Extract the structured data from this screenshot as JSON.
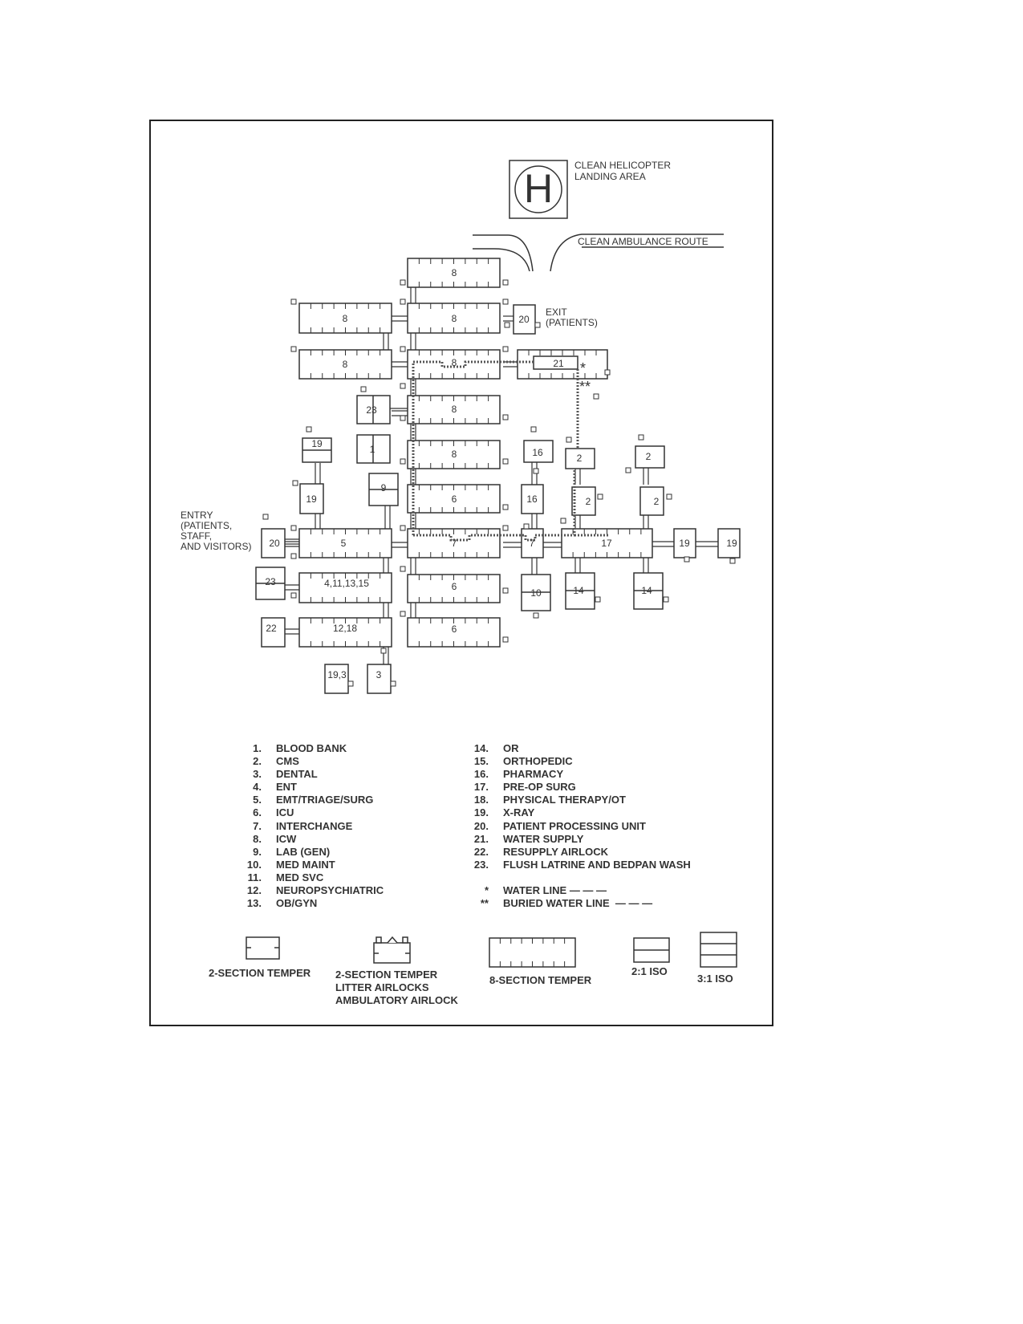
{
  "labels": {
    "helicopter": [
      "CLEAN HELICOPTER",
      "LANDING AREA"
    ],
    "helipad_symbol": "H",
    "ambulance_route": "CLEAN AMBULANCE ROUTE",
    "exit": [
      "EXIT",
      "(PATIENTS)"
    ],
    "entry": [
      "ENTRY",
      "(PATIENTS,",
      "STAFF,",
      "AND VISITORS)"
    ],
    "water_marker": "*",
    "buried_water_marker": "**"
  },
  "units": {
    "top8": "8",
    "w8a": "8",
    "c8a": "8",
    "exit20": "20",
    "w8b": "8",
    "c8b": "8",
    "u21": "21",
    "u23a": "23",
    "c8c": "8",
    "u19a": "19",
    "u1": "1",
    "c8d": "8",
    "u16a": "16",
    "u2a": "2",
    "u2b": "2",
    "u9": "9",
    "u19b": "19",
    "c6a": "6",
    "u16b": "16",
    "u2c": "2",
    "u2d": "2",
    "u20e": "20",
    "u5": "5",
    "c7": "7",
    "u7b": "7",
    "u17": "17",
    "u19c": "19",
    "u19d": "19",
    "u23b": "23",
    "u4": "4,11,13,15",
    "c6b": "6",
    "u10": "10",
    "u14a": "14",
    "u14b": "14",
    "u22": "22",
    "u12": "12,18",
    "c6c": "6",
    "u193": "19,3",
    "u3": "3"
  },
  "legend": {
    "left": [
      {
        "n": "1.",
        "t": "BLOOD BANK"
      },
      {
        "n": "2.",
        "t": "CMS"
      },
      {
        "n": "3.",
        "t": "DENTAL"
      },
      {
        "n": "4.",
        "t": "ENT"
      },
      {
        "n": "5.",
        "t": "EMT/TRIAGE/SURG"
      },
      {
        "n": "6.",
        "t": "ICU"
      },
      {
        "n": "7.",
        "t": "INTERCHANGE"
      },
      {
        "n": "8.",
        "t": "ICW"
      },
      {
        "n": "9.",
        "t": "LAB (GEN)"
      },
      {
        "n": "10.",
        "t": "MED MAINT"
      },
      {
        "n": "11.",
        "t": "MED SVC"
      },
      {
        "n": "12.",
        "t": "NEUROPSYCHIATRIC"
      },
      {
        "n": "13.",
        "t": "OB/GYN"
      }
    ],
    "right": [
      {
        "n": "14.",
        "t": "OR"
      },
      {
        "n": "15.",
        "t": "ORTHOPEDIC"
      },
      {
        "n": "16.",
        "t": "PHARMACY"
      },
      {
        "n": "17.",
        "t": "PRE-OP SURG"
      },
      {
        "n": "18.",
        "t": "PHYSICAL THERAPY/OT"
      },
      {
        "n": "19.",
        "t": "X-RAY"
      },
      {
        "n": "20.",
        "t": "PATIENT PROCESSING UNIT"
      },
      {
        "n": "21.",
        "t": "WATER SUPPLY"
      },
      {
        "n": "22.",
        "t": "RESUPPLY AIRLOCK"
      },
      {
        "n": "23.",
        "t": "FLUSH LATRINE AND BEDPAN WASH"
      }
    ],
    "water_line": {
      "n": "*",
      "t": "WATER LINE"
    },
    "buried_water_line": {
      "n": "**",
      "t": "BURIED WATER LINE"
    }
  },
  "key": {
    "two_section": "2-SECTION TEMPER",
    "two_section_airlock": [
      "2-SECTION TEMPER",
      "LITTER AIRLOCKS",
      "AMBULATORY AIRLOCK"
    ],
    "eight_section": "8-SECTION TEMPER",
    "iso21": "2:1 ISO",
    "iso31": "3:1 ISO"
  }
}
